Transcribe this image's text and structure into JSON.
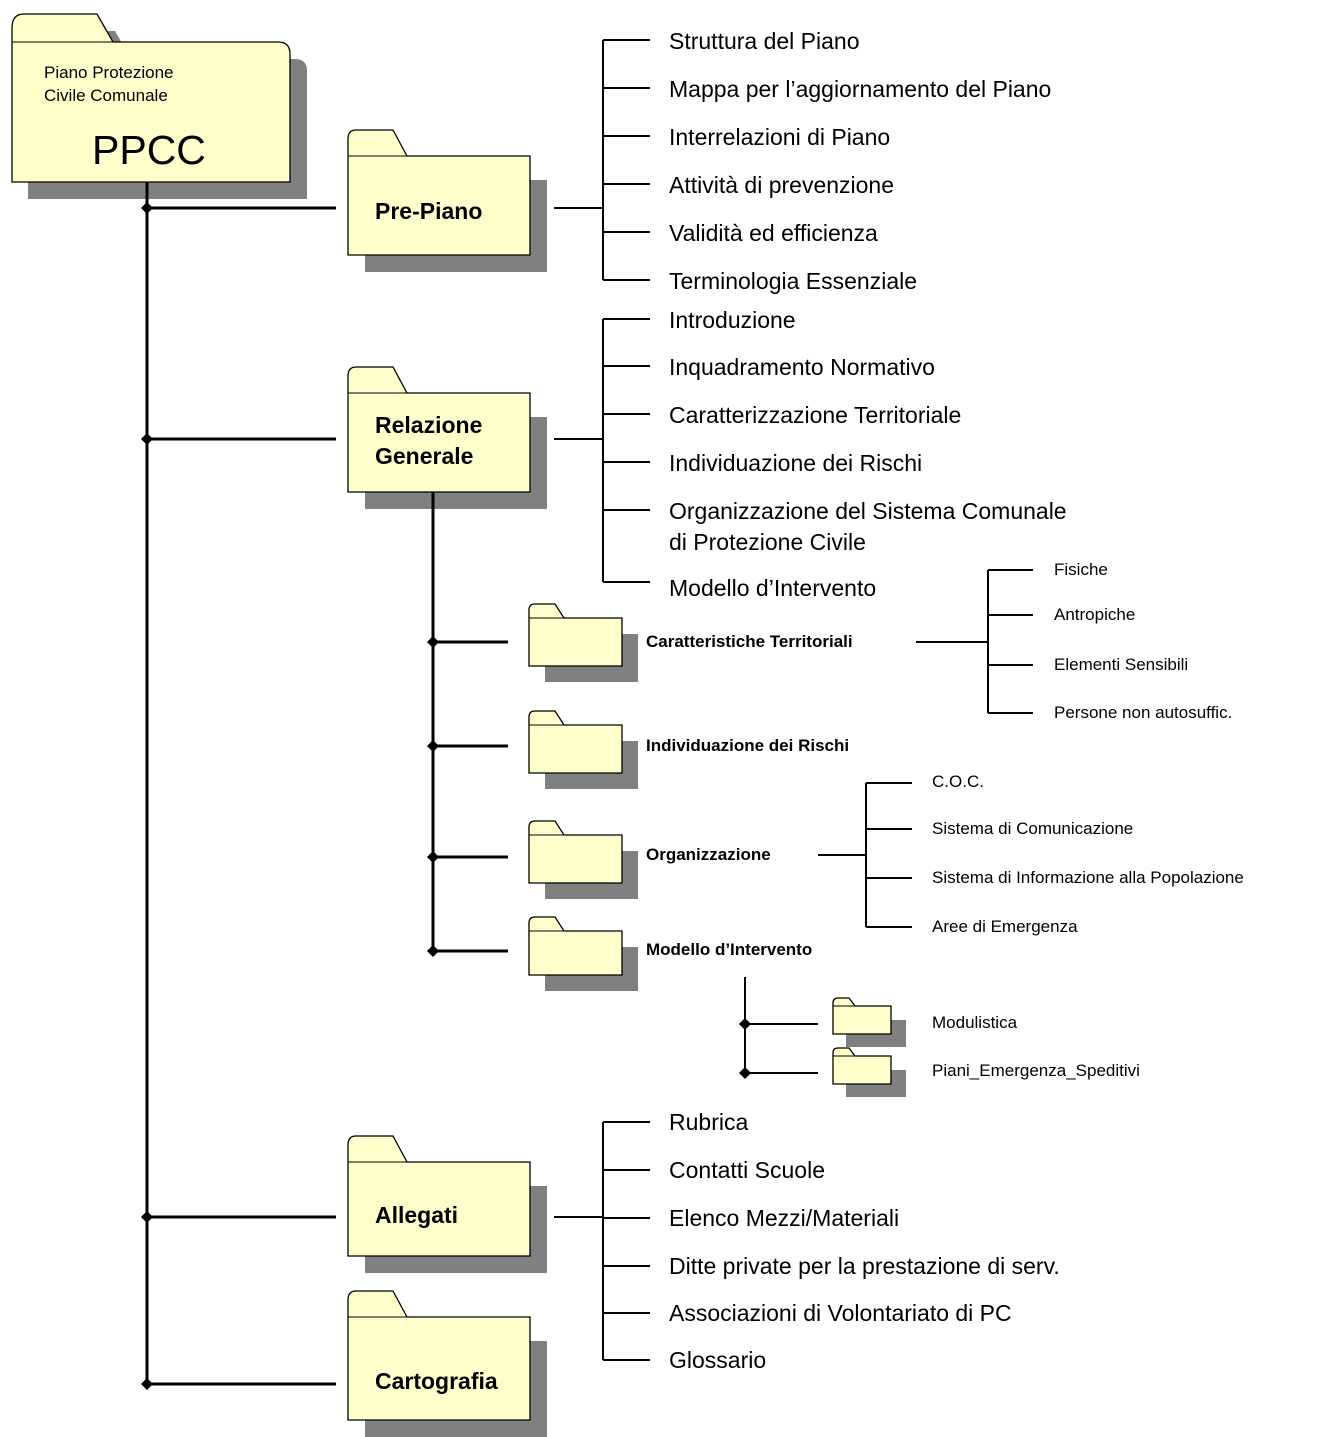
{
  "root": {
    "subtitle_line1": "Piano Protezione",
    "subtitle_line2": "Civile Comunale",
    "title": "PPCC"
  },
  "folders": {
    "pre_piano": "Pre-Piano",
    "relazione_line1": "Relazione",
    "relazione_line2": "Generale",
    "allegati": "Allegati",
    "cartografia": "Cartografia",
    "caratteristiche": "Caratteristiche Territoriali",
    "individuazione": "Individuazione dei Rischi",
    "organizzazione": "Organizzazione",
    "modello": "Modello d’Intervento",
    "modulistica": "Modulistica",
    "piani_speditivi": "Piani_Emergenza_Speditivi"
  },
  "pre_piano_items": [
    "Struttura del Piano",
    "Mappa per l’aggiornamento del Piano",
    "Interrelazioni di Piano",
    "Attività di prevenzione",
    "Validità ed efficienza",
    "Terminologia Essenziale"
  ],
  "relazione_items": [
    "Introduzione",
    "Inquadramento Normativo",
    "Caratterizzazione Territoriale",
    "Individuazione dei Rischi",
    "Organizzazione del Sistema Comunale",
    "di Protezione Civile",
    "Modello d’Intervento"
  ],
  "caratteristiche_items": [
    "Fisiche",
    "Antropiche",
    "Elementi Sensibili",
    "Persone non autosuffic."
  ],
  "organizzazione_items": [
    "C.O.C.",
    "Sistema di Comunicazione",
    "Sistema di Informazione alla Popolazione",
    "Aree di Emergenza"
  ],
  "allegati_items": [
    "Rubrica",
    "Contatti Scuole",
    "Elenco Mezzi/Materiali",
    "Ditte private per la prestazione di serv.",
    "Associazioni di Volontariato di PC",
    "Glossario"
  ],
  "colors": {
    "folder_fill": "#FFFFCC",
    "folder_shadow": "#808080",
    "line": "#000000"
  }
}
